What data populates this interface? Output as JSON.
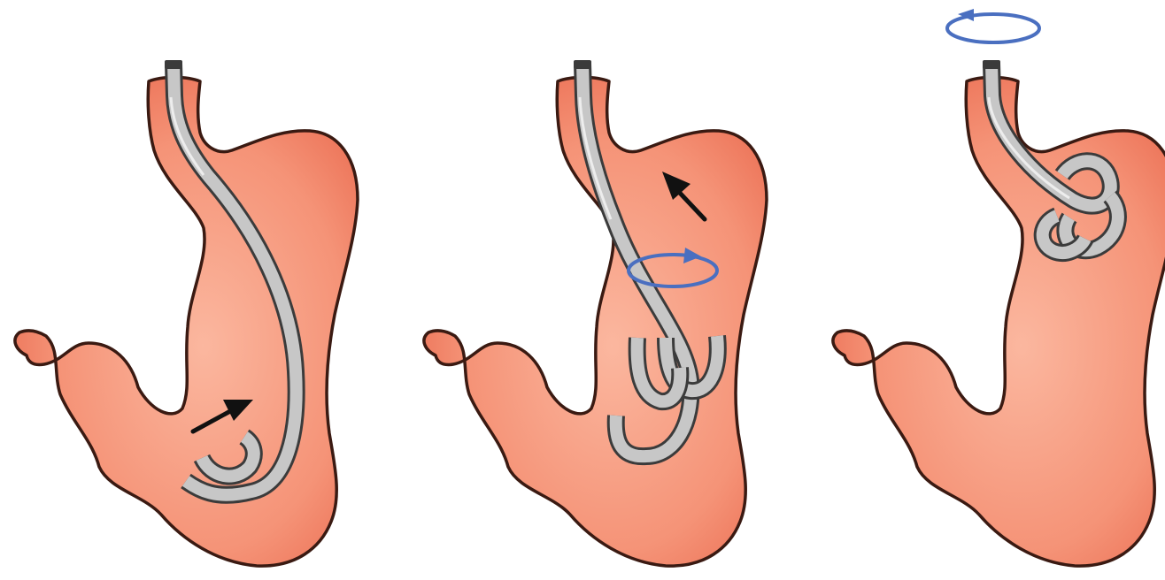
{
  "figure": {
    "panel_count": 3,
    "colors": {
      "stomach_fill": "#f3836a",
      "stomach_highlight": "#fbb79f",
      "stomach_outline": "#3a1a12",
      "scope_fill": "#c7c7c7",
      "scope_outline": "#3b3b3b",
      "push_arrow": "#111111",
      "rotation_arrow": "#4a6fc0"
    },
    "panels": [
      {
        "id": "panel-1",
        "depicts": "scope-looped-in-antrum",
        "push_arrow": "up-right",
        "rotation_marker": false
      },
      {
        "id": "panel-2",
        "depicts": "scope-withdrawn-while-rotating",
        "push_arrow": "up-left",
        "rotation_marker": true
      },
      {
        "id": "panel-3",
        "depicts": "scope-retroflexed-in-fundus",
        "push_arrow": null,
        "rotation_marker": true
      }
    ]
  }
}
